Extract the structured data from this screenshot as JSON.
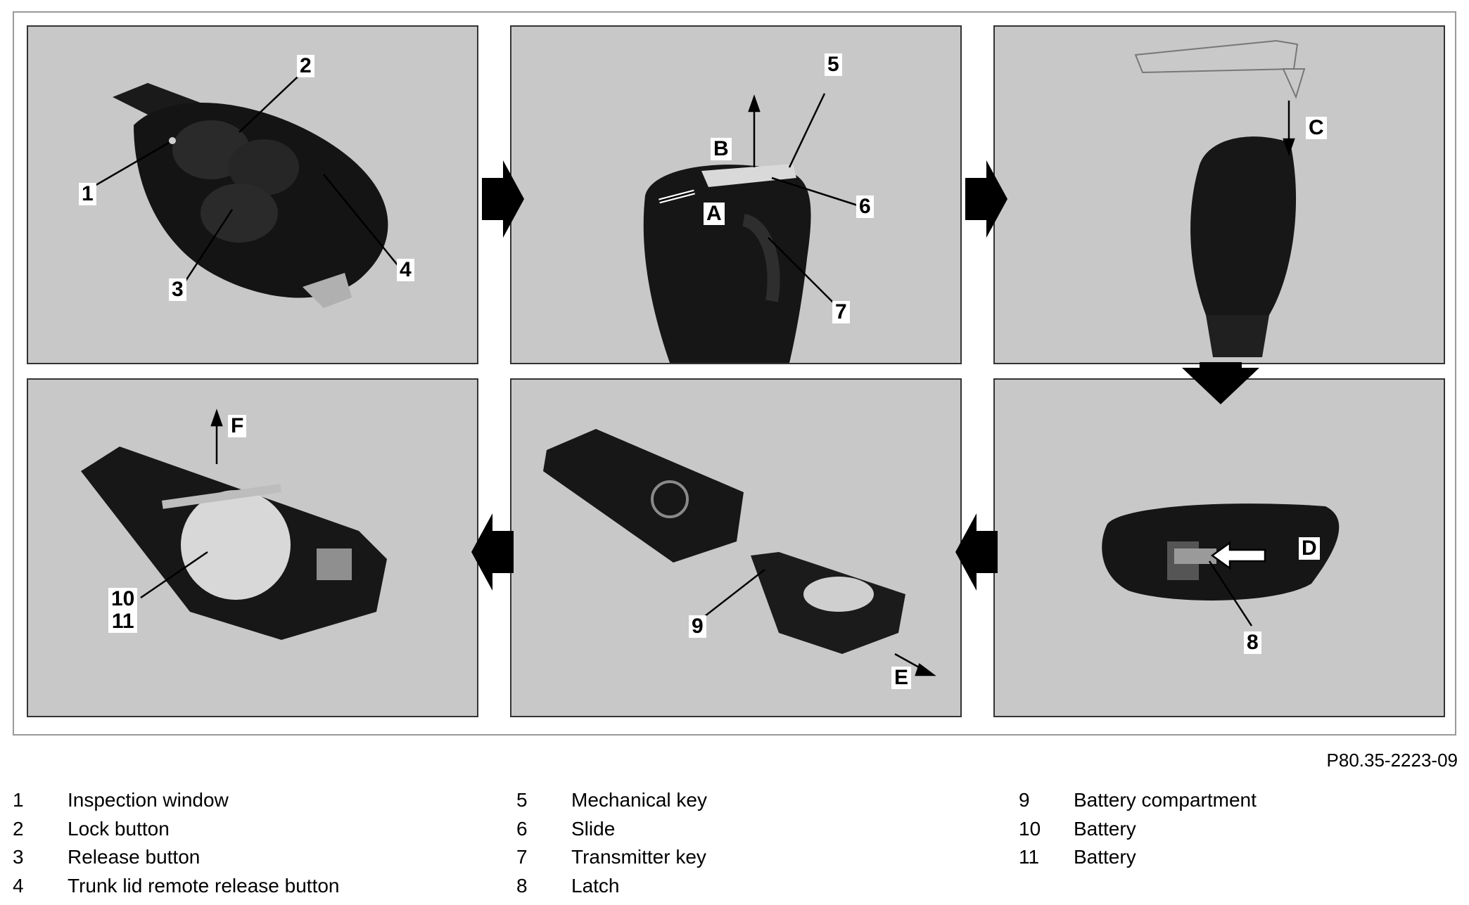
{
  "figure": {
    "panels": [
      {
        "callouts": [
          "1",
          "2",
          "3",
          "4"
        ]
      },
      {
        "callouts": [
          "5",
          "6",
          "7",
          "A",
          "B"
        ]
      },
      {
        "callouts": [
          "C"
        ]
      },
      {
        "callouts": [
          "8",
          "D"
        ]
      },
      {
        "callouts": [
          "9",
          "E"
        ]
      },
      {
        "callouts": [
          "10\n11",
          "F"
        ]
      }
    ],
    "code": "P80.35-2223-09"
  },
  "legend": [
    {
      "num": "1",
      "label": "Inspection window"
    },
    {
      "num": "2",
      "label": "Lock button"
    },
    {
      "num": "3",
      "label": "Release button"
    },
    {
      "num": "4",
      "label": "Trunk lid remote release button"
    },
    {
      "num": "5",
      "label": "Mechanical key"
    },
    {
      "num": "6",
      "label": "Slide"
    },
    {
      "num": "7",
      "label": "Transmitter key"
    },
    {
      "num": "8",
      "label": "Latch"
    },
    {
      "num": "9",
      "label": "Battery compartment"
    },
    {
      "num": "10",
      "label": "Battery"
    },
    {
      "num": "11",
      "label": "Battery"
    }
  ]
}
